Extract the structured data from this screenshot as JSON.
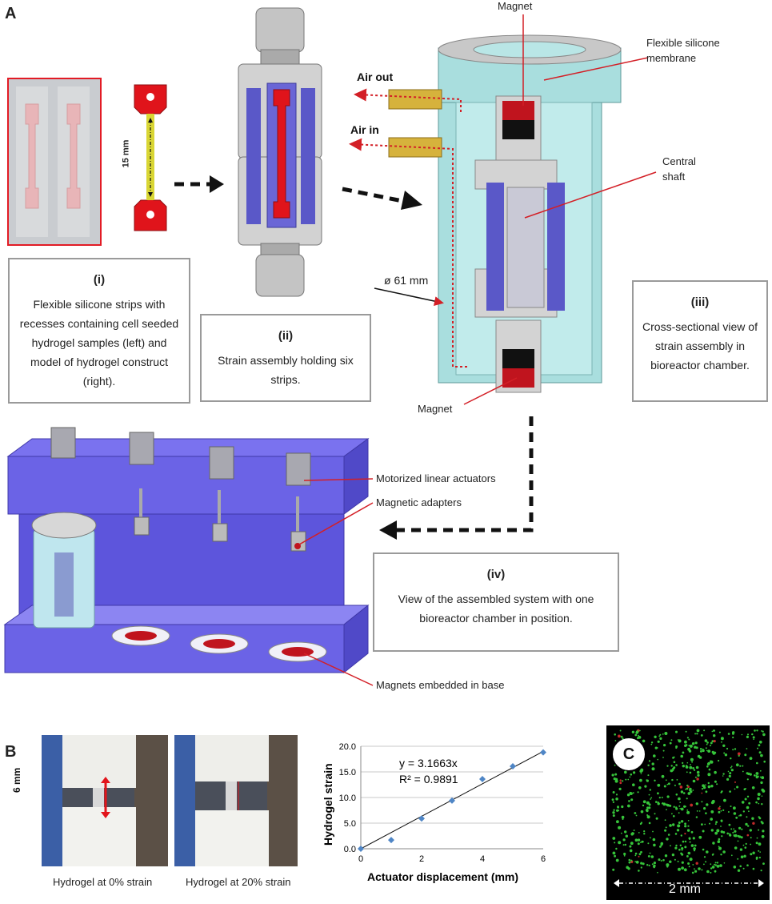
{
  "panels": {
    "A": "A",
    "B": "B",
    "C": "C"
  },
  "boxes": {
    "i": {
      "heading": "(i)",
      "text": "Flexible silicone strips with recesses containing cell seeded hydrogel samples (left) and model of hydrogel construct (right)."
    },
    "ii": {
      "heading": "(ii)",
      "text": "Strain assembly holding six strips."
    },
    "iii": {
      "heading": "(iii)",
      "text": "Cross-sectional view of strain assembly in bioreactor chamber."
    },
    "iv": {
      "heading": "(iv)",
      "text": "View of the assembled system with one bioreactor chamber in position."
    }
  },
  "labels": {
    "magnet_top": "Magnet",
    "membrane": "Flexible silicone membrane",
    "air_out": "Air out",
    "air_in": "Air in",
    "shaft": "Central shaft",
    "diameter": "ø 61 mm",
    "magnet_bottom": "Magnet",
    "construct_len": "15 mm",
    "actuators": "Motorized linear actuators",
    "adapters": "Magnetic adapters",
    "base_magnets": "Magnets embedded in base",
    "b_scale": "6 mm",
    "b_photo1": "Hydrogel at 0% strain",
    "b_photo2": "Hydrogel at 20% strain",
    "c_scale": "2 mm"
  },
  "colors": {
    "chamber": "#a9dede",
    "actuator_frame": "#6b63e6",
    "magnet": "#c0141e",
    "leader": "#d31f26",
    "marker": "#4f86c6",
    "cells": "#36c43a"
  },
  "chart_data": {
    "type": "scatter",
    "x": [
      0,
      1,
      2,
      3,
      4,
      5,
      6
    ],
    "y": [
      0,
      1.7,
      5.9,
      9.4,
      13.6,
      16.1,
      18.8
    ],
    "fit": {
      "equation": "y = 3.1663x",
      "r2": "R² = 0.9891",
      "slope": 3.1663
    },
    "xlabel": "Actuator displacement (mm)",
    "ylabel": "Hydrogel strain",
    "xlim": [
      0,
      6
    ],
    "ylim": [
      0,
      20
    ],
    "xticks": [
      "0",
      "2",
      "4",
      "6"
    ],
    "yticks": [
      "0.0",
      "5.0",
      "10.0",
      "15.0",
      "20.0"
    ],
    "grid": true
  }
}
